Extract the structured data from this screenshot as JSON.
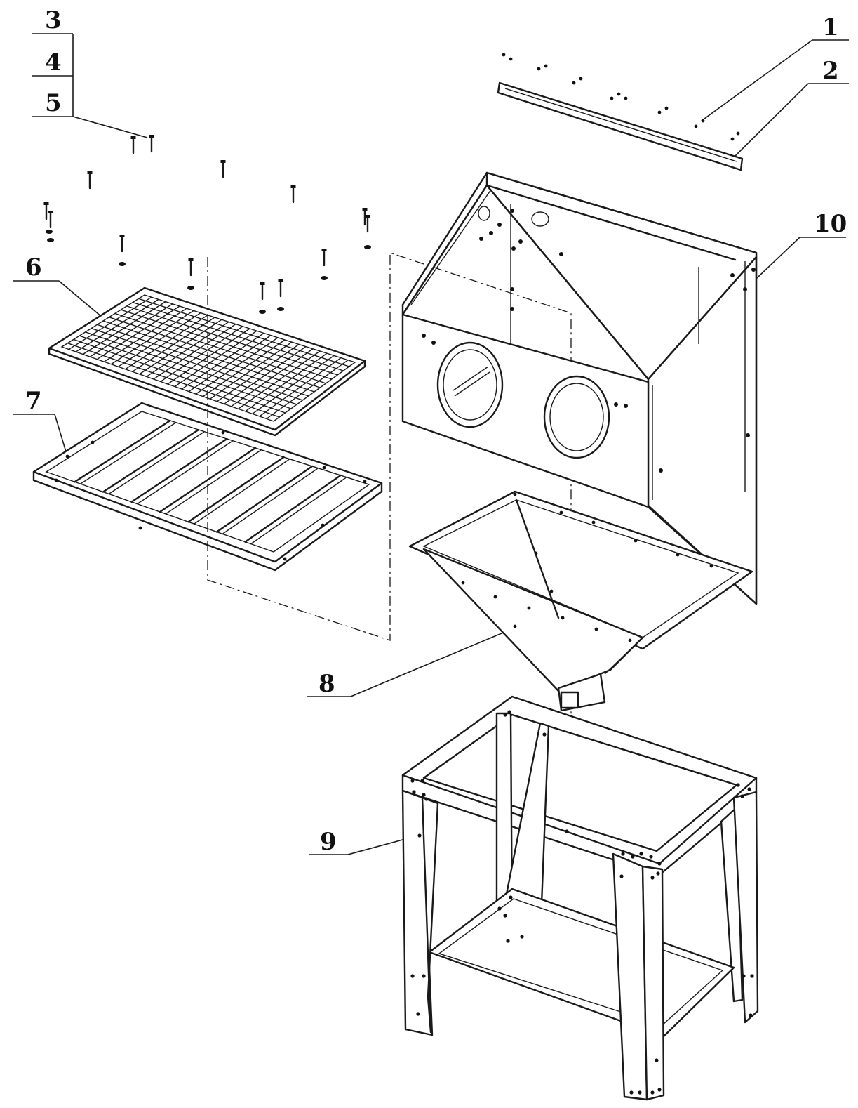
{
  "callouts": {
    "c1": "1",
    "c2": "2",
    "c3": "3",
    "c4": "4",
    "c5": "5",
    "c6": "6",
    "c7": "7",
    "c8": "8",
    "c9": "9",
    "c10": "10"
  },
  "colors": {
    "ink": "#1a1a1a",
    "background": "#ffffff"
  },
  "icons": [
    "hex-bolt-icon",
    "washer-icon",
    "nut-icon"
  ]
}
